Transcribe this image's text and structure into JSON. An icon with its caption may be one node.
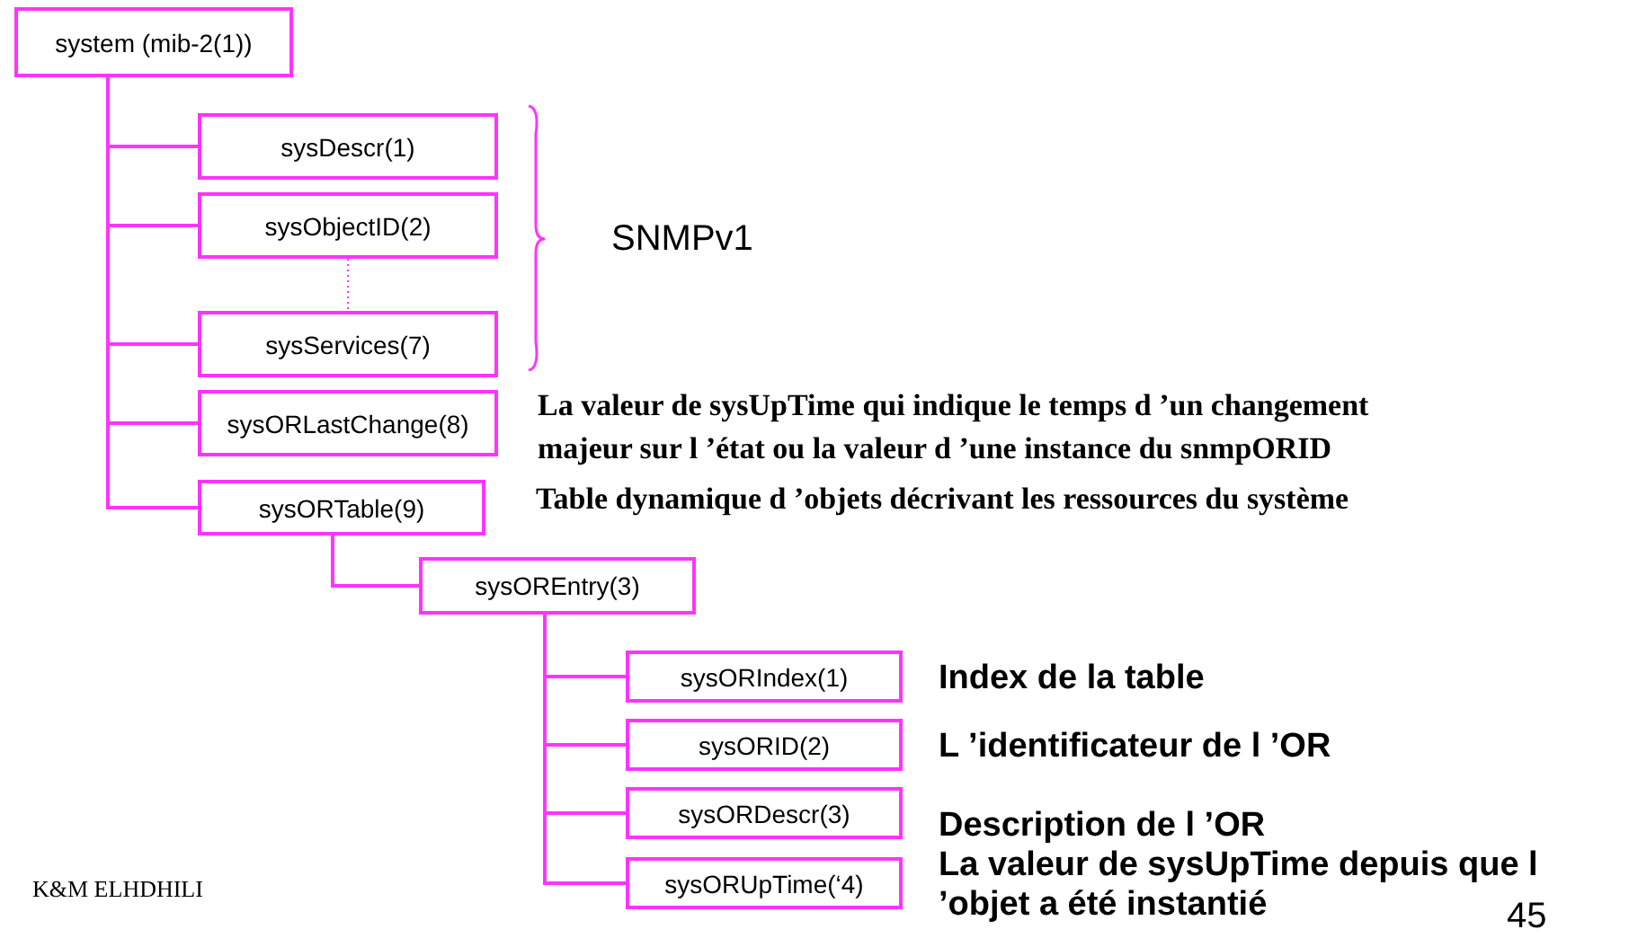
{
  "diagram": {
    "nodes": [
      {
        "text": [
          "system (mib-2(1))"
        ]
      },
      {
        "text": [
          "sysDescr(1)"
        ]
      },
      {
        "text": [
          "sysObjectID(2)"
        ]
      },
      {
        "text": [
          "sysServices(7)"
        ]
      },
      {
        "text": [
          "sysORLastChange(8)"
        ],
        "beside": [
          "La valeur de sysUpTime qui indique le temps d ’un changement majeur sur l ’état ou la valeur d ’une instance du snmpORID"
        ]
      },
      {
        "text": [
          "sysORTable(9)"
        ],
        "beside": [
          "Table dynamique d ’objets décrivant les ressources du système"
        ]
      },
      {
        "text": [
          "sysOREntry(3)"
        ]
      },
      {
        "text": [
          "sysORIndex(1)"
        ],
        "beside": [
          "Index de la table"
        ]
      },
      {
        "text": [
          "sysORID(2)"
        ],
        "beside": [
          "L ’identificateur de l ’OR"
        ]
      },
      {
        "text": [
          "sysORDescr(3)"
        ],
        "beside": [
          "Description de l ’OR"
        ]
      },
      {
        "text": [
          "sysORUpTime(‘4)"
        ],
        "beside": [
          "La valeur de sysUpTime depuis que l ’objet a été instantié"
        ]
      }
    ],
    "edges": [
      {
        "from": 0,
        "to": 1,
        "arrow": "none"
      },
      {
        "from": 0,
        "to": 2,
        "arrow": "none"
      },
      {
        "from": 0,
        "to": 3,
        "arrow": "none"
      },
      {
        "from": 0,
        "to": 4,
        "arrow": "none"
      },
      {
        "from": 0,
        "to": 5,
        "arrow": "none"
      },
      {
        "from": 2,
        "to": 3,
        "arrow": "none",
        "style": "dashed"
      },
      {
        "from": 5,
        "to": 6,
        "arrow": "none"
      },
      {
        "from": 6,
        "to": 7,
        "arrow": "none"
      },
      {
        "from": 6,
        "to": 8,
        "arrow": "none"
      },
      {
        "from": 6,
        "to": 9,
        "arrow": "none"
      },
      {
        "from": 6,
        "to": 10,
        "arrow": "none"
      }
    ],
    "labels": [
      "SNMPv1",
      "K&M ELHDHILI",
      "45"
    ]
  }
}
